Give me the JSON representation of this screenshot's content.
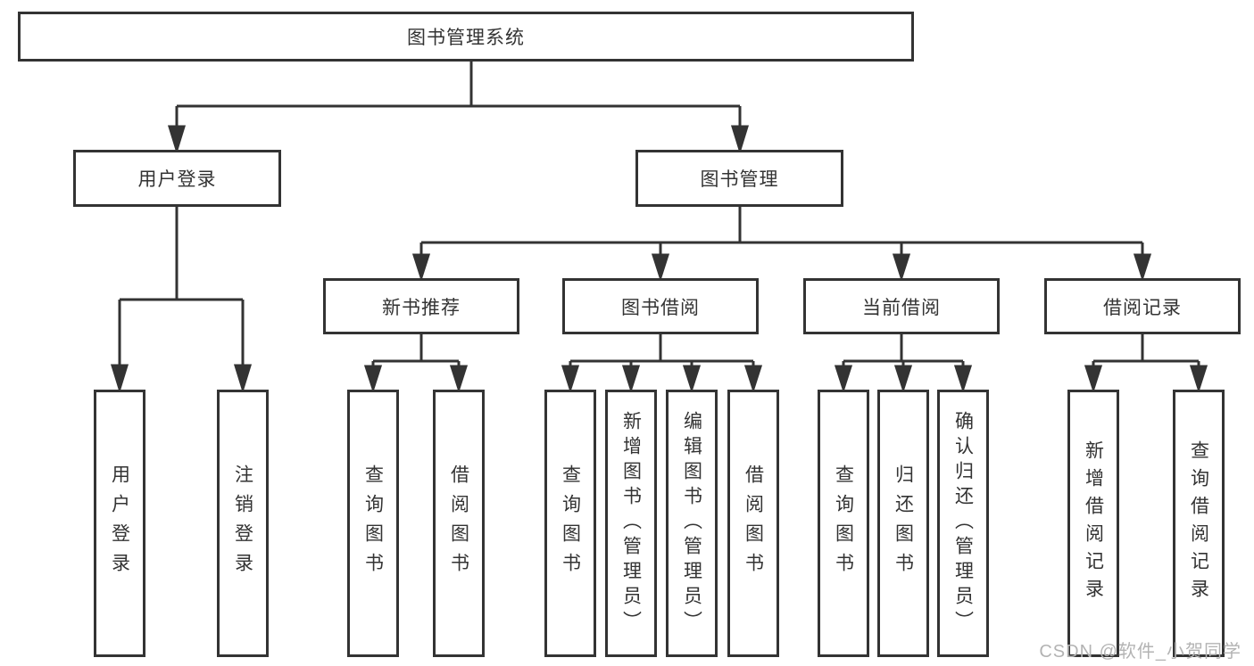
{
  "diagram": {
    "type": "hierarchy-tree",
    "tree": {
      "root": {
        "label": "图书管理系统"
      },
      "groups": [
        {
          "label": "用户登录",
          "children": [
            {
              "label": "用户登录"
            },
            {
              "label": "注销登录"
            }
          ]
        },
        {
          "label": "图书管理",
          "sections": [
            {
              "label": "新书推荐",
              "children": [
                {
                  "label": "查询图书"
                },
                {
                  "label": "借阅图书"
                }
              ]
            },
            {
              "label": "图书借阅",
              "children": [
                {
                  "label": "查询图书"
                },
                {
                  "label": "新增图书（管理员）"
                },
                {
                  "label": "编辑图书（管理员）"
                },
                {
                  "label": "借阅图书"
                }
              ]
            },
            {
              "label": "当前借阅",
              "children": [
                {
                  "label": "查询图书"
                },
                {
                  "label": "归还图书"
                },
                {
                  "label": "确认归还（管理员）"
                }
              ]
            },
            {
              "label": "借阅记录",
              "children": [
                {
                  "label": "新增借阅记录"
                },
                {
                  "label": "查询借阅记录"
                }
              ]
            }
          ]
        }
      ]
    },
    "colors": {
      "line": "#333333",
      "box_border": "#333333",
      "box_background": "#ffffff",
      "text": "#333333",
      "watermark_text": "#b3b3b3",
      "background": "#ffffff"
    }
  },
  "watermark": {
    "text": "CSDN @软件_小贺同学"
  }
}
